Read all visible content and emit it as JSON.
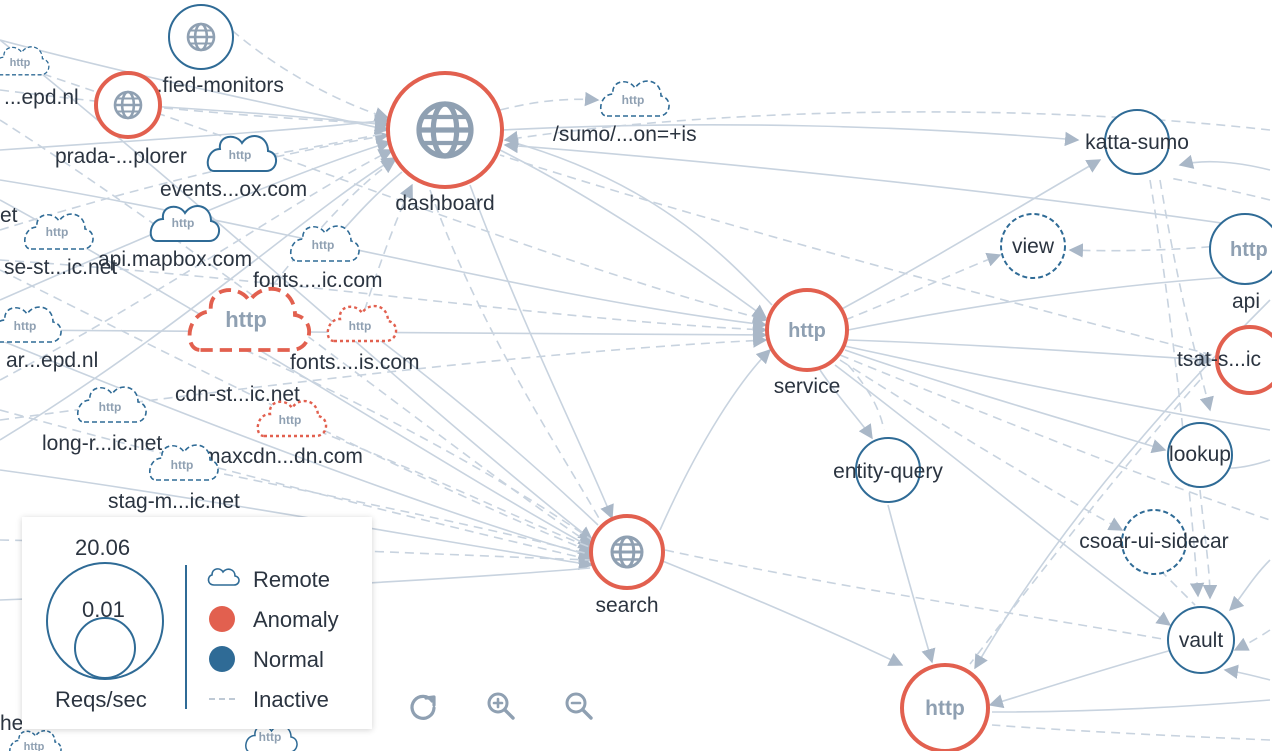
{
  "nodes": {
    "dashboard": {
      "label": "dashboard"
    },
    "service": {
      "label": "service",
      "inner": "http"
    },
    "search": {
      "label": "search"
    },
    "http_bottom": {
      "inner": "http"
    },
    "katta_sumo": {
      "label": "katta-sumo"
    },
    "view": {
      "label": "view"
    },
    "api_right": {
      "label": "api",
      "inner": "http"
    },
    "tsat": {
      "label": "tsat-s...ic"
    },
    "lookup": {
      "label": "lookup"
    },
    "csoar": {
      "label": "csoar-ui-sidecar"
    },
    "vault": {
      "label": "vault"
    },
    "entity_query": {
      "label": "entity-query"
    },
    "sumo": {
      "label": "/sumo/...on=+is",
      "inner": "http"
    },
    "unified": {
      "label": "...fied-monitors"
    },
    "prada": {
      "label": "prada-...plorer"
    },
    "events": {
      "label": "events...ox.com",
      "inner": "http"
    },
    "mapbox": {
      "label": "api.mapbox.com",
      "inner": "http"
    },
    "fonts_ic": {
      "label": "fonts....ic.com",
      "inner": "http"
    },
    "cdn_big": {
      "label": "cdn-st...ic.net",
      "inner": "http"
    },
    "fonts_is": {
      "label": "fonts....is.com",
      "inner": "http"
    },
    "maxcdn": {
      "label": "maxcdn...dn.com",
      "inner": "http"
    },
    "long_r": {
      "label": "long-r...ic.net",
      "inner": "http"
    },
    "stag_m": {
      "label": "stag-m...ic.net",
      "inner": "http"
    },
    "epd_top": {
      "label": "...epd.nl",
      "inner": "http"
    },
    "et_left": {
      "label": "et"
    },
    "se_st": {
      "label": "se-st...ic.net",
      "inner": "http"
    },
    "ar_epd": {
      "label": "ar...epd.nl",
      "inner": "http"
    },
    "bottom_left": {
      "label": "he",
      "inner": "http"
    },
    "bottom_mid": {
      "inner": "http"
    }
  },
  "legend": {
    "size_max": "20.06",
    "size_min": "0.01",
    "size_title": "Reqs/sec",
    "remote": "Remote",
    "anomaly": "Anomaly",
    "normal": "Normal",
    "inactive": "Inactive"
  },
  "colors": {
    "anomaly": "#e2604f",
    "normal": "#2f6b96",
    "edge": "#c8d3df",
    "edge_dark": "#a9b7c7",
    "icon": "#8fa0b2"
  },
  "controls": [
    "reset-view-icon",
    "zoom-in-icon",
    "zoom-out-icon"
  ]
}
